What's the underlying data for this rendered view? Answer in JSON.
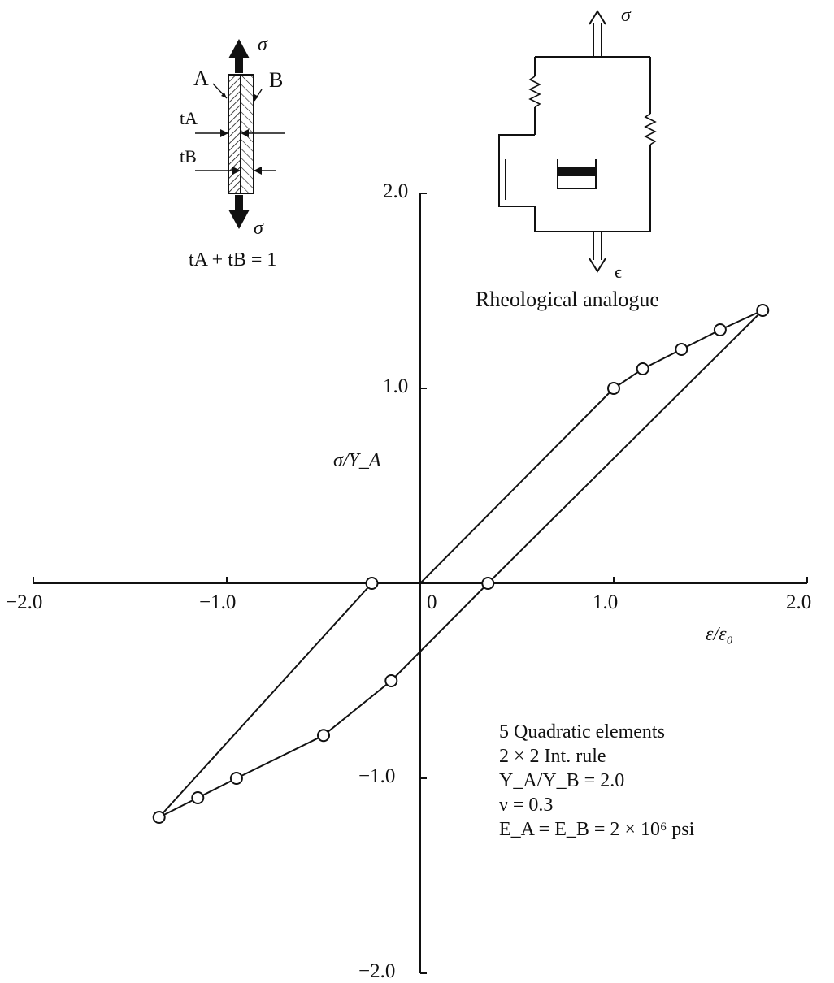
{
  "chart_data": {
    "type": "line",
    "xlabel": "ε/ε₀",
    "ylabel": "σ/Y_A",
    "xlim": [
      -2.0,
      2.0
    ],
    "ylim": [
      -2.0,
      2.0
    ],
    "x_ticks": [
      {
        "value": -2.0,
        "label": "−2.0"
      },
      {
        "value": -1.0,
        "label": "−1.0"
      },
      {
        "value": 0,
        "label": "0"
      },
      {
        "value": 1.0,
        "label": "1.0"
      },
      {
        "value": 2.0,
        "label": "2.0"
      }
    ],
    "y_ticks": [
      {
        "value": 2.0,
        "label": "2.0"
      },
      {
        "value": 1.0,
        "label": "1.0"
      },
      {
        "value": -1.0,
        "label": "−1.0"
      },
      {
        "value": -2.0,
        "label": "−2.0"
      }
    ],
    "grid": false,
    "series": [
      {
        "path": "outer",
        "x": [
          -1.35,
          -0.25,
          0.0,
          1.0,
          1.15,
          1.35,
          1.55,
          1.77
        ],
        "y": [
          -1.2,
          0.0,
          0.0,
          1.0,
          1.1,
          1.2,
          1.3,
          1.4
        ]
      },
      {
        "path": "inner",
        "x": [
          1.77,
          0.35,
          -0.15,
          -0.5,
          -0.95,
          -1.15,
          -1.35
        ],
        "y": [
          1.4,
          0.0,
          -0.5,
          -0.78,
          -1.0,
          -1.1,
          -1.2
        ]
      }
    ],
    "markers": {
      "x": [
        -0.25,
        1.0,
        1.15,
        1.35,
        1.55,
        1.77,
        0.35,
        -0.15,
        -0.5,
        -0.95,
        -1.15,
        -1.35
      ],
      "y": [
        0.0,
        1.0,
        1.1,
        1.2,
        1.3,
        1.4,
        0.0,
        -0.5,
        -0.78,
        -1.0,
        -1.1,
        -1.2
      ]
    },
    "annotations": [
      "5 Quadratic elements",
      "2 × 2 Int. rule",
      "Y_A/Y_B = 2.0",
      "ν = 0.3",
      "E_A = E_B = 2 × 10⁶ psi"
    ]
  },
  "specimen": {
    "sigma_top": "σ",
    "sigma_bottom": "σ",
    "label_a": "A",
    "label_b": "B",
    "t_a": "tA",
    "t_b": "tB",
    "relation": "tA + tB = 1"
  },
  "rheological": {
    "sigma": "σ",
    "epsilon": "ϵ",
    "caption": "Rheological analogue"
  },
  "colors": {
    "ink": "#111111",
    "background": "#ffffff"
  }
}
